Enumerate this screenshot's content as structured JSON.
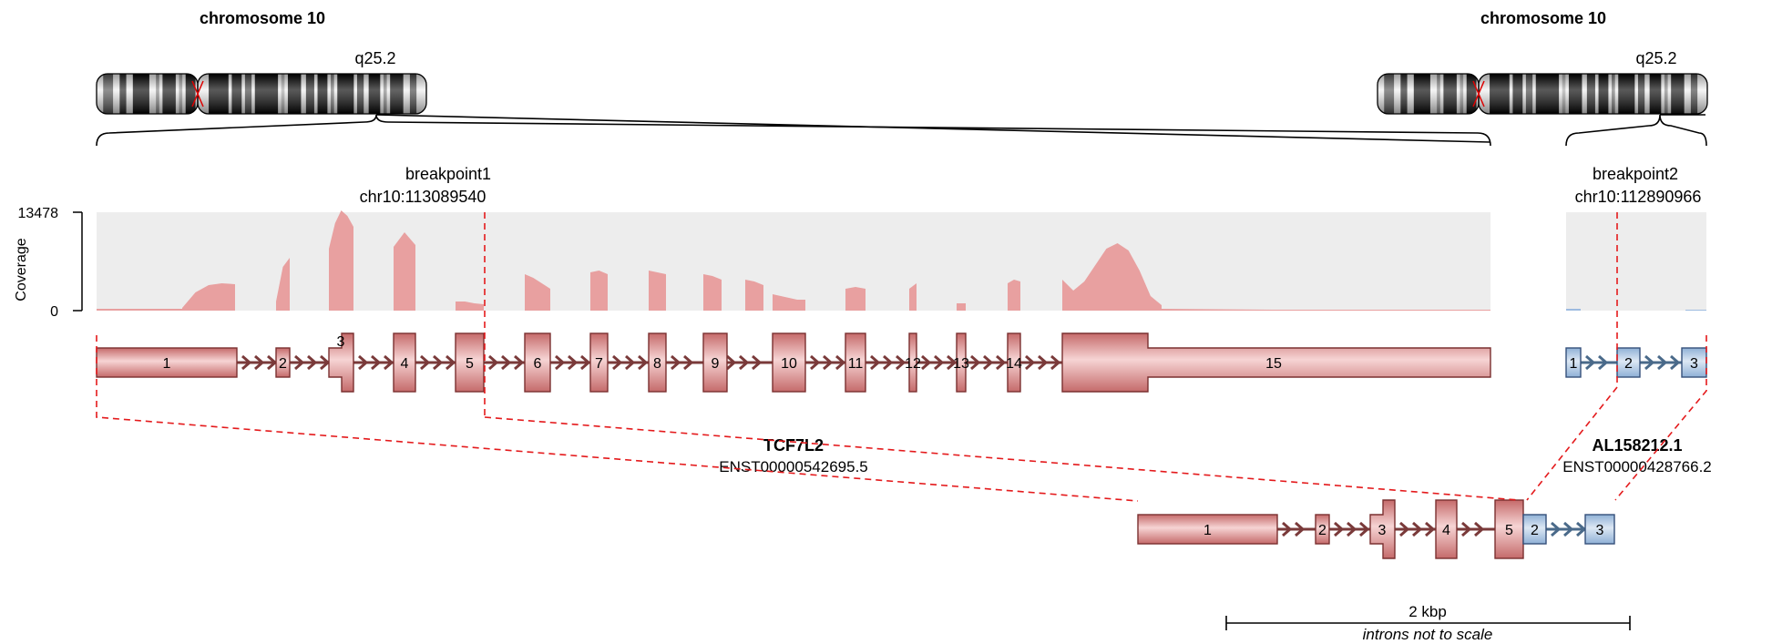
{
  "colors": {
    "gene1_fill": "#e8a7a7",
    "gene1_stroke": "#7a3030",
    "gene1_arrow": "#7a3a3a",
    "gene2_fill": "#b8cce4",
    "gene2_stroke": "#35507a",
    "gene2_arrow": "#4a6a8a",
    "coverage_bg": "#ededed",
    "coverage_fill": "#e8a0a0",
    "breakpoint_line": "#e41a1c"
  },
  "left_panel": {
    "chromosome_title": "chromosome 10",
    "band_label": "q25.2",
    "breakpoint_label": "breakpoint1",
    "breakpoint_coord": "chr10:113089540",
    "gene_name": "TCF7L2",
    "transcript_id": "ENST00000542695.5",
    "exons": [
      "1",
      "2",
      "3",
      "4",
      "5",
      "6",
      "7",
      "8",
      "9",
      "10",
      "11",
      "12",
      "13",
      "14",
      "15"
    ]
  },
  "right_panel": {
    "chromosome_title": "chromosome 10",
    "band_label": "q25.2",
    "breakpoint_label": "breakpoint2",
    "breakpoint_coord": "chr10:112890966",
    "gene_name": "AL158212.1",
    "transcript_id": "ENST00000428766.2",
    "exons": [
      "1",
      "2",
      "3"
    ]
  },
  "coverage": {
    "axis_label": "Coverage",
    "max_label": "13478",
    "min_label": "0"
  },
  "fusion": {
    "exons_gene1": [
      "1",
      "2",
      "3",
      "4",
      "5"
    ],
    "exons_gene2": [
      "2",
      "3"
    ]
  },
  "scale_bar": {
    "label": "2 kbp",
    "note": "introns not to scale"
  }
}
